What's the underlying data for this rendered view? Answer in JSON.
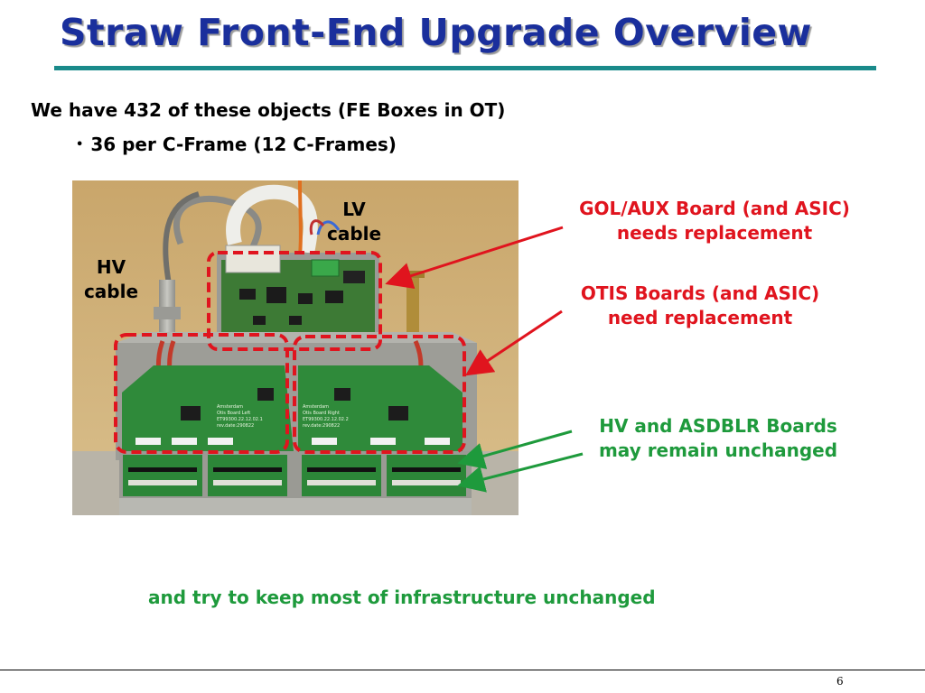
{
  "slide": {
    "title": "Straw Front-End Upgrade Overview",
    "intro": "We have 432 of these objects (FE Boxes in OT)",
    "bullet": "36 per C-Frame (12 C-Frames)",
    "closing": "and try to keep most of infrastructure unchanged",
    "page_number": "6"
  },
  "labels": {
    "lv_cable": [
      "LV",
      "cable"
    ],
    "hv_cable": [
      "HV",
      "cable"
    ],
    "gol_aux": [
      "GOL/AUX Board (and ASIC)",
      "needs replacement"
    ],
    "otis": [
      "OTIS Boards (and ASIC)",
      "need replacement"
    ],
    "hv_asdblr": [
      "HV and ASDBLR Boards",
      "may remain unchanged"
    ]
  },
  "photo": {
    "board_text_left": [
      "Amsterdam",
      "Otis Board Left",
      "ET99300.22.12.02.1",
      "rev.date:290822"
    ],
    "board_text_right": [
      "Amsterdam",
      "Otis Board Right",
      "ET99300.22.12.02.2",
      "rev.date:290822"
    ]
  },
  "colors": {
    "title": "#1a2f9c",
    "title_rule": "#1a8a8a",
    "highlight_red": "#e0141e",
    "highlight_green": "#1e9a3c",
    "pcb_green": "#2f8a3a"
  }
}
